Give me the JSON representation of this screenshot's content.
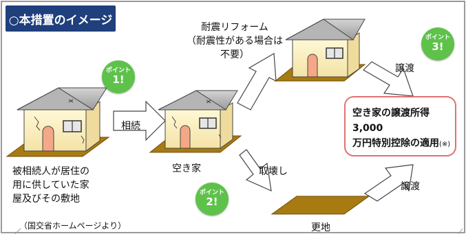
{
  "title": "○本措置のイメージ",
  "labels": {
    "inherit": "相続",
    "vacant_house": "空き家",
    "demolish": "取壊し",
    "transfer_top": "譲渡",
    "transfer_bottom": "譲渡",
    "vacant_lot": "更地",
    "renovation_line1": "耐震リフォーム",
    "renovation_line2": "（耐震性がある場合は不要）",
    "owner_line1": "被相続人が居住の",
    "owner_line2": "用に供していた家",
    "owner_line3": "屋及びその敷地",
    "benefit_line1": "空き家の譲渡所得3,000",
    "benefit_line2": "万円特別控除の適用",
    "benefit_note": "(※)",
    "source": "（国交省ホームページより）"
  },
  "points": [
    {
      "title": "ポイント",
      "number": "1!"
    },
    {
      "title": "ポイント",
      "number": "2!"
    },
    {
      "title": "ポイント",
      "number": "3!"
    }
  ],
  "colors": {
    "title_bg": "#1f3f7d",
    "point_green": "#5ec24a",
    "benefit_border": "#e07070",
    "ground": "#a87a12",
    "house_wall": "#fff3c4",
    "roof": "#b9b9b9"
  }
}
